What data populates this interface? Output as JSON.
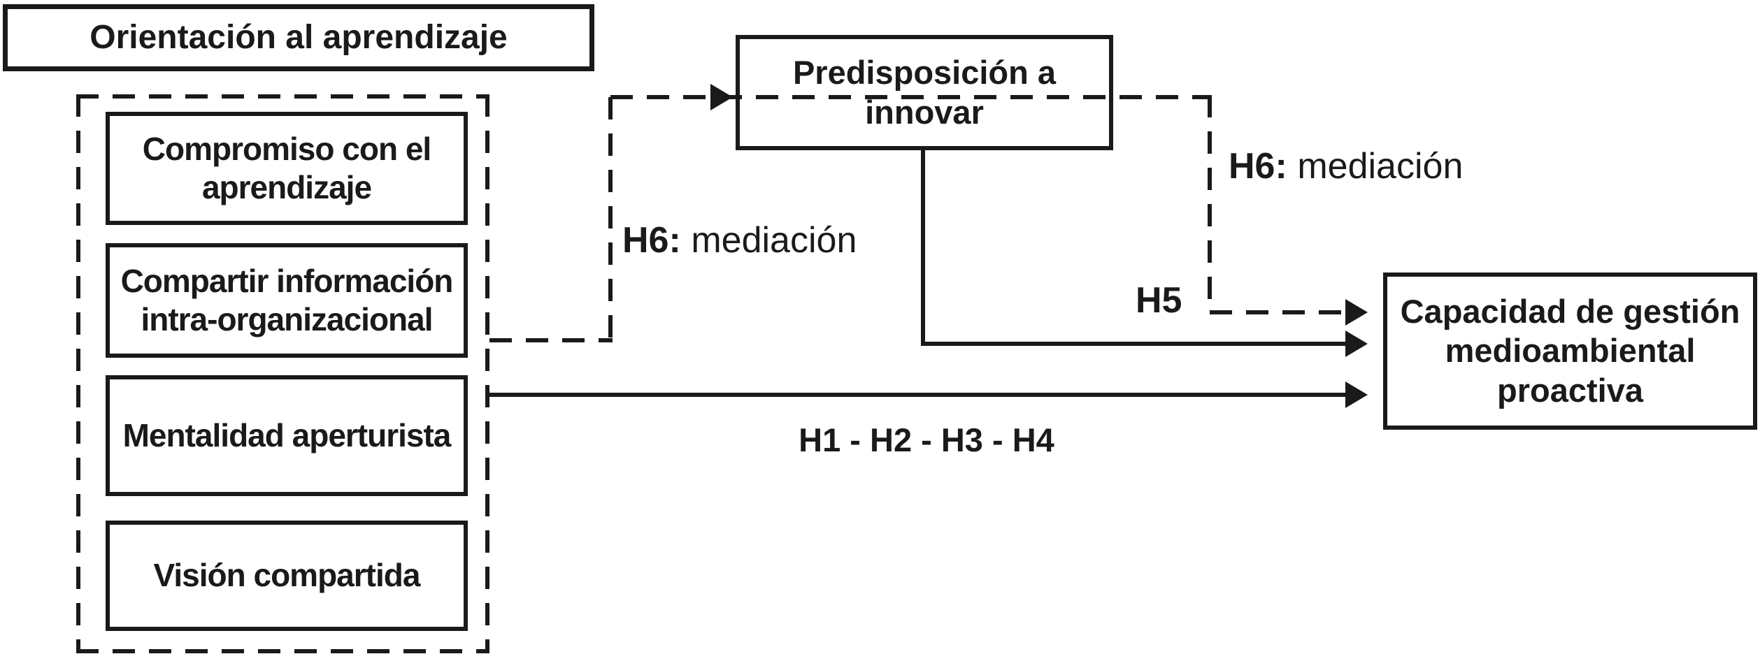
{
  "diagram": {
    "title_box": {
      "label": "Orientación al aprendizaje"
    },
    "learning_group": {
      "boxes": [
        {
          "lines": [
            "Compromiso con el",
            "aprendizaje"
          ]
        },
        {
          "lines": [
            "Compartir información",
            "intra-organizacional"
          ]
        },
        {
          "lines": [
            "Mentalidad aperturista"
          ]
        },
        {
          "lines": [
            "Visión compartida"
          ]
        }
      ]
    },
    "mediator_box": {
      "lines": [
        "Predisposición a",
        "innovar"
      ]
    },
    "outcome_box": {
      "lines": [
        "Capacidad de gestión",
        "medioambiental",
        "proactiva"
      ]
    },
    "edge_labels": {
      "h6_left": {
        "prefix": "H6:",
        "text": "mediación"
      },
      "h6_right": {
        "prefix": "H6:",
        "text": "mediación"
      },
      "h5": "H5",
      "h_direct": "H1 - H2 - H3 - H4"
    },
    "colors": {
      "stroke": "#1a1a1a",
      "text": "#1a1a1a",
      "background": "#ffffff"
    }
  }
}
